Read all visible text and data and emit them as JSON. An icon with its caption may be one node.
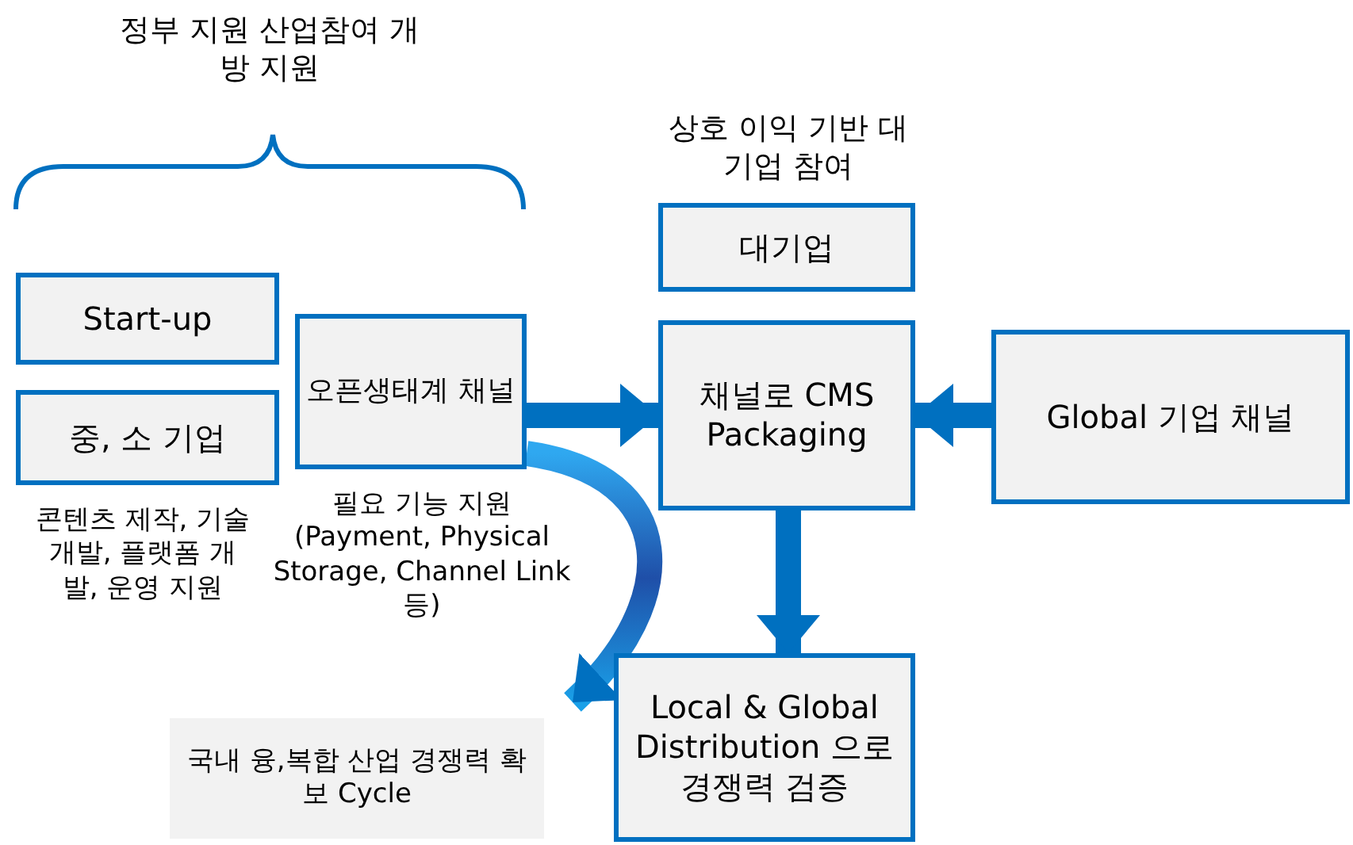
{
  "diagram": {
    "nodes": [
      {
        "text": [
          "Start-up"
        ]
      },
      {
        "text": [
          "중, 소 기업"
        ]
      },
      {
        "text": [
          "오픈생태계 채널"
        ],
        "beside": [
          "필요 기능 지원 (Payment, Physical Storage, Channel Link 등)"
        ]
      },
      {
        "text": [
          "대기업"
        ]
      },
      {
        "text": [
          "채널로 CMS Packaging"
        ]
      },
      {
        "text": [
          "Global 기업 채널"
        ]
      },
      {
        "text": [
          "Local & Global Distribution 으로 경쟁력 검증"
        ]
      },
      {
        "text": [
          "국내 융,복합 산업 경쟁력 확보 Cycle"
        ]
      }
    ],
    "edges": [
      {
        "from": 2,
        "to": 4,
        "arrow": "to"
      },
      {
        "from": 5,
        "to": 4,
        "arrow": "to"
      },
      {
        "from": 4,
        "to": 6,
        "arrow": "to"
      },
      {
        "from": 2,
        "to": 7,
        "arrow": "to"
      }
    ],
    "labels": [
      "정부 지원 산업참여 개방 지원",
      "상호 이익 기반 대기업 참여",
      "콘텐츠 제작, 기술개발, 플랫폼 개발, 운영 지원"
    ]
  }
}
